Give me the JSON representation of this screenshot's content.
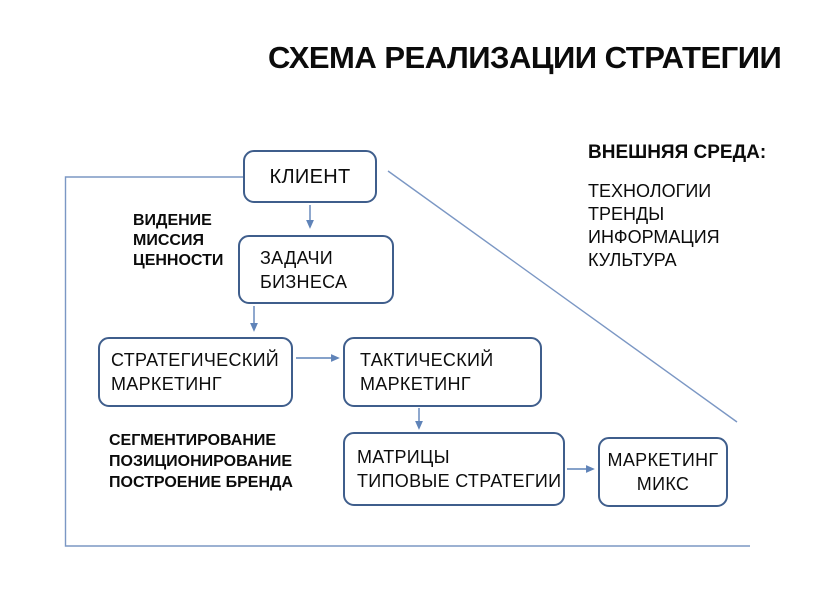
{
  "title": "СХЕМА РЕАЛИЗАЦИИ СТРАТЕГИИ",
  "boxes": {
    "client": "КЛИЕНТ",
    "business_tasks": "ЗАДАЧИ\nБИЗНЕСА",
    "strategic_marketing": "СТРАТЕГИЧЕСКИЙ\nМАРКЕТИНГ",
    "tactical_marketing": "ТАКТИЧЕСКИЙ\nМАРКЕТИНГ",
    "matrices": "МАТРИЦЫ\nТИПОВЫЕ СТРАТЕГИИ",
    "marketing_mix": "МАРКЕТИНГ\nМИКС"
  },
  "labels": {
    "vision_mission_values": "ВИДЕНИЕ\nМИССИЯ\nЦЕННОСТИ",
    "segmentation": "СЕГМЕНТИРОВАНИЕ\nПОЗИЦИОНИРОВАНИЕ\nПОСТРОЕНИЕ БРЕНДА"
  },
  "environment": {
    "title": "ВНЕШНЯЯ СРЕДА:",
    "items": [
      "ТЕХНОЛОГИИ",
      "ТРЕНДЫ",
      "ИНФОРМАЦИЯ",
      "КУЛЬТУРА"
    ]
  },
  "colors": {
    "box-border": "#3f5e8c",
    "connector": "#7b97c4",
    "arrow": "#5f83b8",
    "ink": "#0d0d0d",
    "bg": "#ffffff"
  }
}
